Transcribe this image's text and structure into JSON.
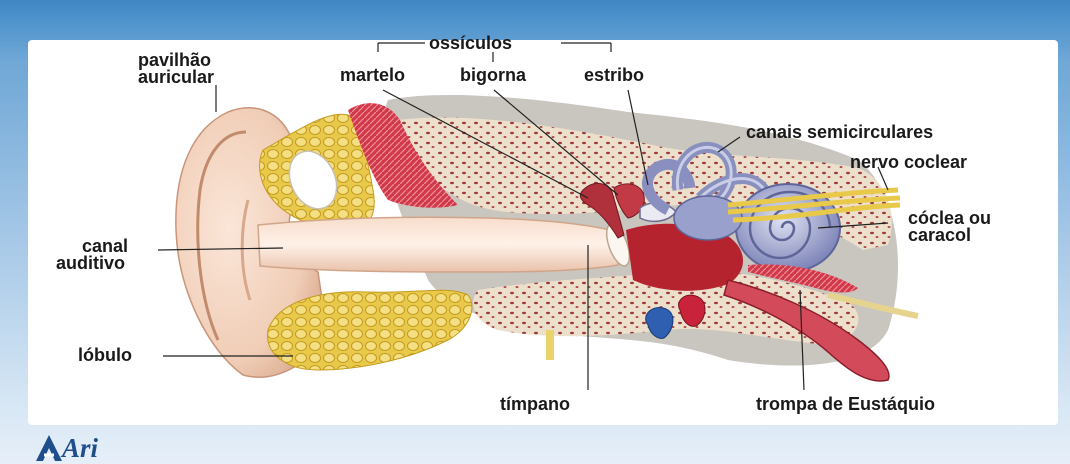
{
  "labels": {
    "pavilhao": [
      "pavilhão",
      "auricular"
    ],
    "ossiculos": "ossículos",
    "martelo": "martelo",
    "bigorna": "bigorna",
    "estribo": "estribo",
    "canais": "canais semicirculares",
    "nervo": "nervo coclear",
    "coclea": [
      "cóclea ou",
      "caracol"
    ],
    "canal": [
      "canal",
      "auditivo"
    ],
    "lobulo": "lóbulo",
    "timpano": "tímpano",
    "trompa": "trompa de Eustáquio"
  },
  "logo": {
    "text": "Ari"
  },
  "colors": {
    "background_top": "#3f86c4",
    "background_bottom": "#e6eff8",
    "skin": "#f2d2bd",
    "fat": "#e8c94a",
    "bone": "#efe6d6",
    "muscle": "#c4283a",
    "cochlea": "#8e95c6",
    "logo": "#1f4e8c"
  }
}
